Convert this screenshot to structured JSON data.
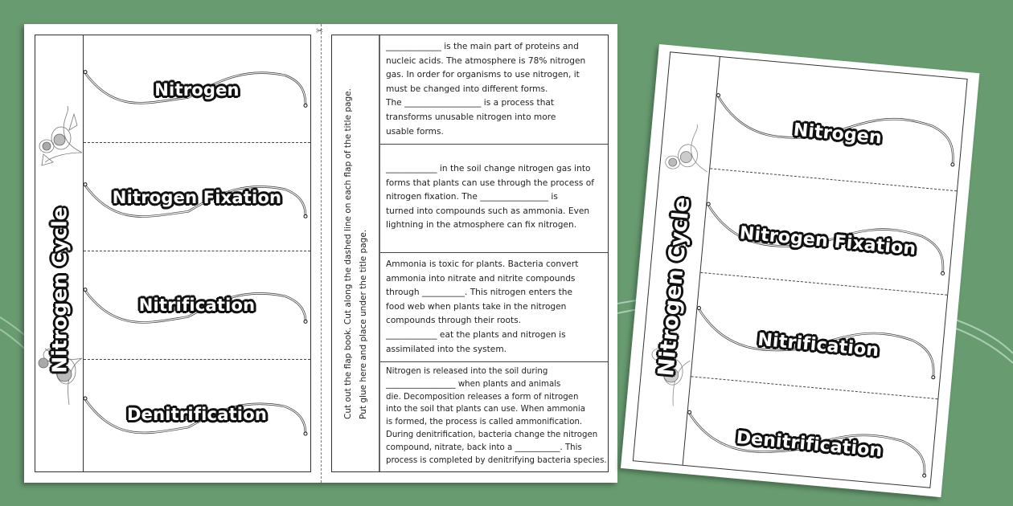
{
  "colors": {
    "background": "#689b70",
    "paper": "#ffffff",
    "ink": "#111111"
  },
  "flapbook": {
    "spine_title": "Nitrogen Cycle",
    "flaps": [
      {
        "title": "Nitrogen"
      },
      {
        "title": "Nitrogen Fixation"
      },
      {
        "title": "Nitrification"
      },
      {
        "title": "Denitrification"
      }
    ]
  },
  "cut_icon": "scissors-icon",
  "instructions": {
    "line1": "Cut out the flap book. Cut along the dashed line on each flap of the title page.",
    "line2": "Put glue here and place under the title page."
  },
  "info_boxes": [
    {
      "lines": [
        "_____________ is the main part of proteins and",
        "nucleic acids. The atmosphere is 78% nitrogen",
        "gas. In order for organisms to use nitrogen, it",
        "must be changed into different forms.",
        "The __________________ is a process that",
        "transforms unusable nitrogen into more",
        "usable forms."
      ]
    },
    {
      "lines": [
        "____________ in the soil change nitrogen gas into",
        "forms that plants can use through the process of",
        "nitrogen fixation. The ________________ is",
        "turned into compounds such as ammonia. Even",
        "lightning in the atmosphere can fix nitrogen."
      ]
    },
    {
      "lines": [
        "Ammonia is toxic for plants. Bacteria convert",
        "ammonia into nitrate and nitrite compounds",
        "through __________. This nitrogen enters the",
        "food web when plants take in the nitrogen",
        "compounds through their roots.",
        "____________ eat the plants and nitrogen is",
        "assimilated into the system."
      ]
    },
    {
      "lines": [
        "Nitrogen is released into the soil during",
        "_________________ when plants and animals",
        "die. Decomposition releases a form of nitrogen",
        "into the soil that plants can use. When ammonia",
        "is formed, the process is called ammonification.",
        "During denitrification, bacteria change the nitrogen",
        "compound, nitrate, back into a ___________. This",
        "process is completed by denitrifying bacteria species."
      ]
    }
  ]
}
